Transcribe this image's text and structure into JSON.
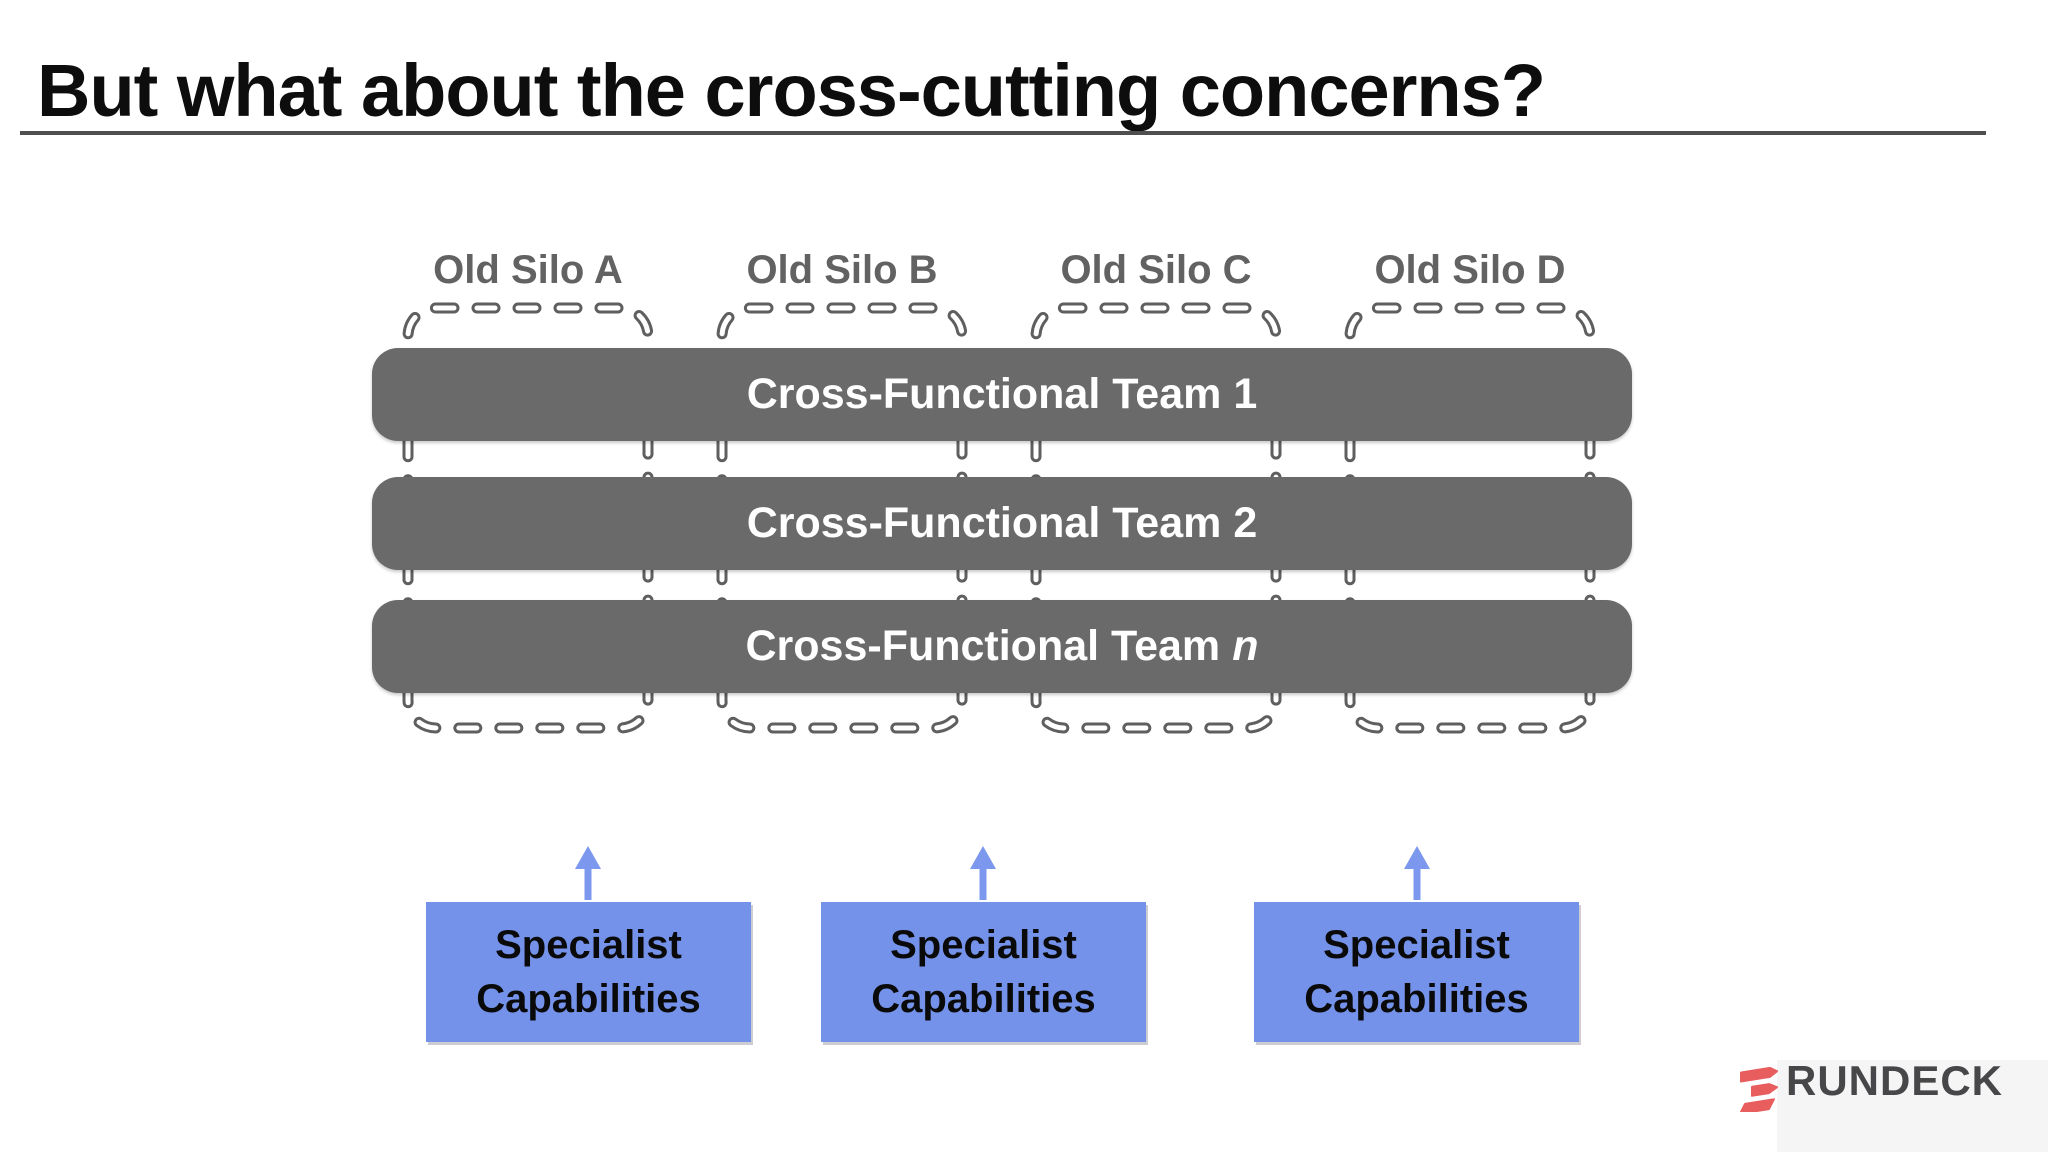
{
  "title": "But what about the cross-cutting concerns?",
  "silos": [
    {
      "label": "Old Silo A"
    },
    {
      "label": "Old Silo B"
    },
    {
      "label": "Old Silo C"
    },
    {
      "label": "Old Silo D"
    }
  ],
  "teams": [
    {
      "base": "Cross-Functional Team",
      "id": "1"
    },
    {
      "base": "Cross-Functional Team",
      "id": "2"
    },
    {
      "base": "Cross-Functional Team",
      "id": "n"
    }
  ],
  "capabilities": [
    {
      "line1": "Specialist",
      "line2": "Capabilities"
    },
    {
      "line1": "Specialist",
      "line2": "Capabilities"
    },
    {
      "line1": "Specialist",
      "line2": "Capabilities"
    }
  ],
  "logo": {
    "brand": "RUNDECK"
  },
  "colors": {
    "bar_gray": "#6a6a6a",
    "silo_dash_gray": "#5f5f5f",
    "silo_label_gray": "#626262",
    "capability_blue": "#7492e9",
    "arrow_blue": "#7b97ee",
    "logo_red": "#e85d5e",
    "logo_text_gray": "#47474a"
  }
}
